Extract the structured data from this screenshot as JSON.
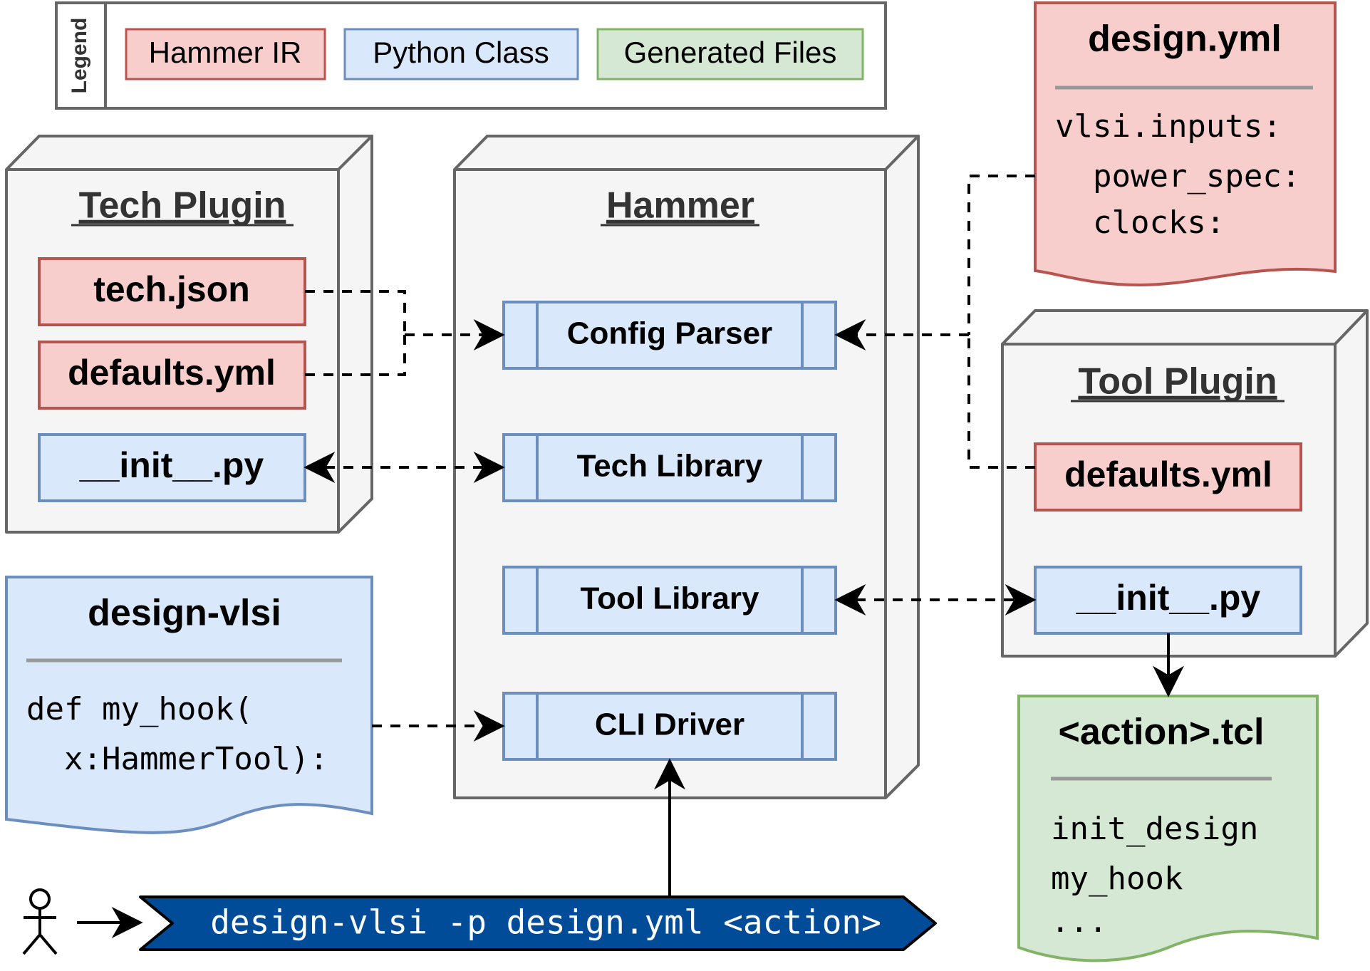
{
  "legend": {
    "title": "Legend",
    "items": [
      {
        "label": "Hammer IR",
        "fill": "#f8cecc",
        "stroke": "#b85450"
      },
      {
        "label": "Python Class",
        "fill": "#dae8fc",
        "stroke": "#6c8ebf"
      },
      {
        "label": "Generated Files",
        "fill": "#d5e8d4",
        "stroke": "#82b366"
      }
    ]
  },
  "tech_plugin": {
    "title": "Tech Plugin",
    "tech_json": "tech.json",
    "defaults": "defaults.yml",
    "init": "__init__.py"
  },
  "hammer": {
    "title": "Hammer",
    "config_parser": "Config Parser",
    "tech_library": "Tech Library",
    "tool_library": "Tool Library",
    "cli_driver": "CLI Driver"
  },
  "design_yml": {
    "title": "design.yml",
    "lines": [
      "vlsi.inputs:",
      "  power_spec:",
      "  clocks:"
    ]
  },
  "tool_plugin": {
    "title": "Tool Plugin",
    "defaults": "defaults.yml",
    "init": "__init__.py"
  },
  "design_vlsi": {
    "title": "design-vlsi",
    "lines": [
      "def my_hook(",
      "  x:HammerTool):"
    ]
  },
  "action_tcl": {
    "title": "<action>.tcl",
    "lines": [
      "init_design",
      "my_hook",
      "..."
    ]
  },
  "command": {
    "text": "design-vlsi -p design.yml <action>"
  },
  "colors": {
    "ir_fill": "#f8cecc",
    "ir_stroke": "#b85450",
    "py_fill": "#dae8fc",
    "py_stroke": "#6c8ebf",
    "gen_fill": "#d5e8d4",
    "gen_stroke": "#82b366",
    "container_fill": "#f5f5f5",
    "container_stroke": "#666666",
    "command_fill": "#004c99"
  }
}
